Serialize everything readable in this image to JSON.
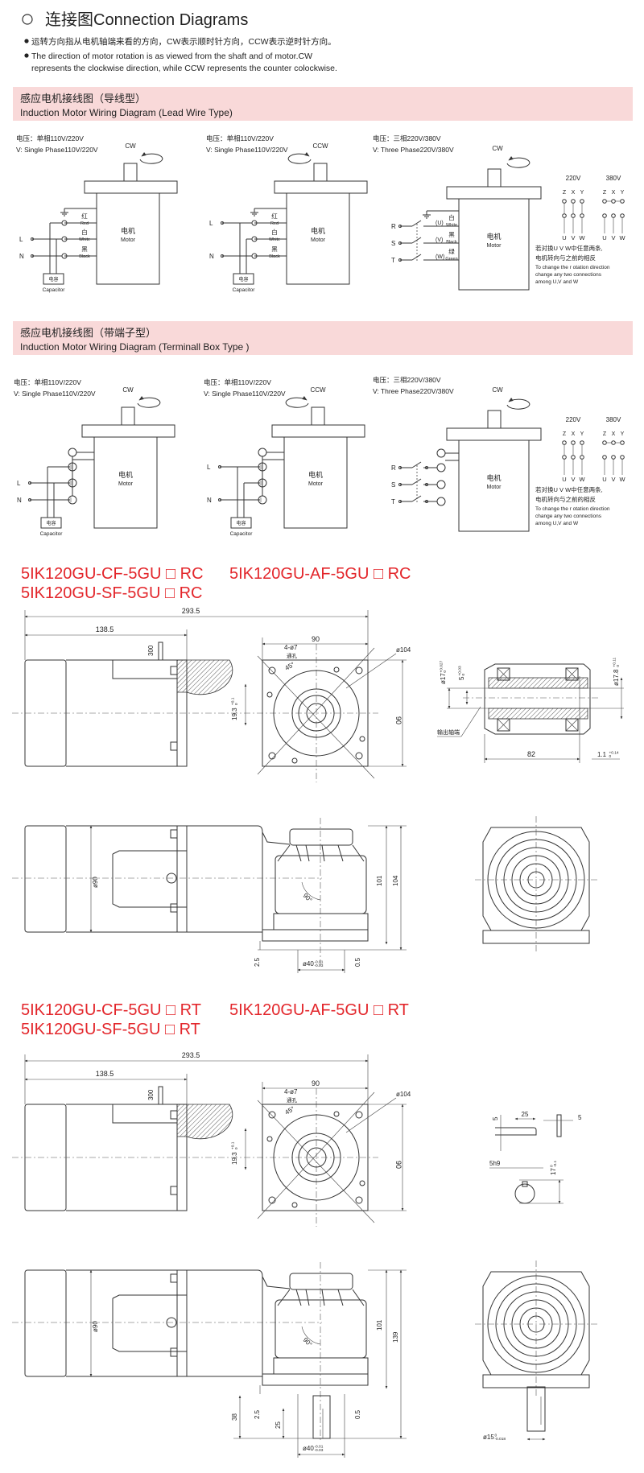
{
  "header": {
    "icon": "circle-outline-icon",
    "title": "连接图Connection Diagrams",
    "bullets": [
      "运转方向指从电机轴端来看的方向，CW表示顺时针方向，CCW表示逆时针方向。",
      "The direction of motor rotation is as viewed from the shaft and of motor.CW",
      "represents the clockwise direction, while CCW represents the counter colockwise."
    ]
  },
  "sections": [
    {
      "title_cn": "感应电机接线图（导线型）",
      "title_en": "Induction Motor Wiring Diagram (Lead Wire Type)"
    },
    {
      "title_cn": "感应电机接线图（带端子型）",
      "title_en": "Induction Motor Wiring Diagram (Terminall Box Type )"
    }
  ],
  "colors": {
    "band": "#f9d9d9",
    "model_red": "#e3262b",
    "line": "#333333"
  },
  "wiring": {
    "single_cn": "电压：单相110V/220V",
    "single_en": "V: Single Phase110V/220V",
    "three_cn": "电压：三相220V/380V",
    "three_en": "V: Three Phase220V/380V",
    "cw": "CW",
    "ccw": "CCW",
    "motor_cn": "电机",
    "motor_en": "Motor",
    "red_cn": "红",
    "red_en": "Red",
    "white_cn": "白",
    "white_en": "White",
    "black_cn": "黑",
    "black_en": "Black",
    "green_cn": "绿",
    "green_en": "Green",
    "capacitor_cn": "电容",
    "capacitor_en": "Capacitor",
    "L": "L",
    "N": "N",
    "R": "R",
    "S": "S",
    "T": "T",
    "U": "(U)",
    "V": "(V)",
    "W": "(W)",
    "v220": "220V",
    "v380": "380V",
    "zxy": [
      "Z",
      "X",
      "Y"
    ],
    "uvw": [
      "U",
      "V",
      "W"
    ],
    "note_cn": [
      "若对换U V W中任意两条,",
      "电机转向与之前的相反"
    ],
    "note_en": [
      "To change the r otation direction",
      "change  any two connections",
      "among U,V and W"
    ]
  },
  "models": {
    "rc": [
      "5IK120GU-CF-5GU □ RC",
      "5IK120GU-AF-5GU □ RC",
      "5IK120GU-SF-5GU □ RC"
    ],
    "rt": [
      "5IK120GU-CF-5GU □ RT",
      "5IK120GU-AF-5GU □ RT",
      "5IK120GU-SF-5GU □ RT"
    ]
  },
  "dims": {
    "overall": "293.5",
    "motor_len": "138.5",
    "lead": "300",
    "square": "90",
    "holes": "4-ø7",
    "holes_cn": "通孔",
    "angle45": "45°",
    "pcd": "ø104",
    "offset": "19.3",
    "offset_up": "+0.1",
    "offset_lo": "0",
    "height90": "90",
    "bore": "ø17",
    "bore_up": "+0.027",
    "bore_lo": "0",
    "keyway": "5",
    "keyway_up": "+0.03",
    "keyway_lo": "0",
    "bore2": "ø17.8",
    "bore2_up": "+0.11",
    "bore2_lo": "0",
    "output_cn": "输出轴端",
    "length82": "82",
    "gap": "1.1",
    "gap_up": "+0.14",
    "gap_lo": "0",
    "dia90": "ø90",
    "angle90": "90°",
    "h101": "101",
    "h104": "104",
    "t25": "2.5",
    "t05": "0.5",
    "pilot": "ø40",
    "pilot_up": "-0.01",
    "pilot_lo": "-0.03",
    "key_h": "5",
    "key_l": "25",
    "key_w": "5",
    "key_fit": "5h9",
    "shaft_h": "17",
    "shaft_h_up": "0",
    "shaft_h_lo": "-0.1",
    "h139": "139",
    "shaft_len": "38",
    "key_len": "25",
    "shaft_dia": "ø15",
    "shaft_dia_up": "0",
    "shaft_dia_lo": "-0.018"
  }
}
